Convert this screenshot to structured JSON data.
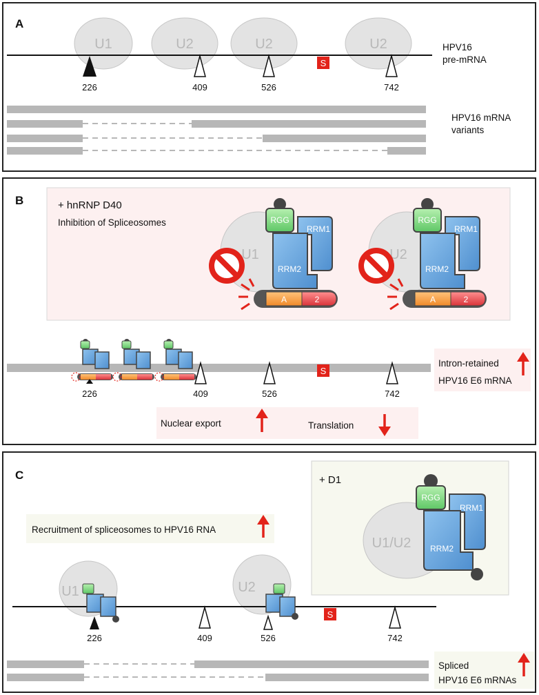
{
  "panel_a": {
    "letter": "A",
    "snrnp_labels": [
      "U1",
      "U2",
      "U2",
      "U2"
    ],
    "sites": [
      "226",
      "409",
      "526",
      "742"
    ],
    "s_marker": "S",
    "pre_mrna_label": [
      "HPV16",
      "pre-mRNA"
    ],
    "variants_label": [
      "HPV16 mRNA",
      "variants"
    ]
  },
  "panel_b": {
    "letter": "B",
    "title": "+ hnRNP D40",
    "subtitle": "Inhibition of Spliceosomes",
    "snrnp_labels": [
      "U1",
      "U2"
    ],
    "domains": {
      "rgg": "RGG",
      "rrm1": "RRM1",
      "rrm2": "RRM2",
      "a": "A",
      "two": "2"
    },
    "sites": [
      "226",
      "409",
      "526",
      "742"
    ],
    "s_marker": "S",
    "intron_label": [
      "Intron-retained",
      "HPV16 E6 mRNA"
    ],
    "nuclear_export": "Nuclear export",
    "translation": "Translation",
    "colors": {
      "up": "#e2231a",
      "down": "#e2231a",
      "rrm": "#5b9bd5",
      "rgg": "#7ed67e"
    }
  },
  "panel_c": {
    "letter": "C",
    "title": "+ D1",
    "snrnp_label": "U1/U2",
    "domains": {
      "rgg": "RGG",
      "rrm1": "RRM1",
      "rrm2": "RRM2"
    },
    "recruitment": "Recruitment of spliceosomes to HPV16 RNA",
    "snrnp_labels": [
      "U1",
      "U2"
    ],
    "sites": [
      "226",
      "409",
      "526",
      "742"
    ],
    "s_marker": "S",
    "spliced_label": [
      "Spliced",
      "HPV16 E6 mRNAs"
    ]
  }
}
